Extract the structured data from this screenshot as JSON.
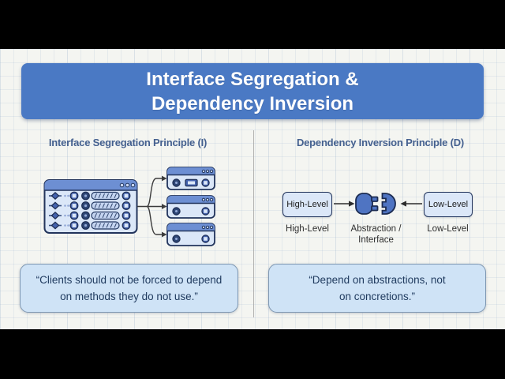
{
  "banner": {
    "line1": "Interface Segregation &",
    "line2": "Dependency Inversion"
  },
  "sections": {
    "isp": {
      "heading": "Interface Segregation Principle (I)",
      "quote": {
        "line1": "“Clients should not be forced to depend",
        "line2": "on methods they do not use.”"
      },
      "diagram_icons": [
        "fat-interface-window-icon",
        "client-window-icon",
        "branch-arrows-icon",
        "window-dots-icon"
      ]
    },
    "dip": {
      "heading": "Dependency Inversion Principle (D)",
      "boxes": {
        "high": "High-Level",
        "low": "Low-Level"
      },
      "labels": {
        "high": "High-Level",
        "abstraction_line1": "Abstraction /",
        "abstraction_line2": "Interface",
        "low": "Low-Level"
      },
      "quote": {
        "line1": "“Depend on abstractions, not",
        "line2": "on concretions.”"
      },
      "diagram_icons": [
        "plug-icon",
        "arrow-right-icon",
        "arrow-left-icon"
      ]
    }
  },
  "colors": {
    "banner_bg": "#4a79c4",
    "heading_text": "#44608f",
    "box_fill": "#dbe7f8",
    "box_border": "#22345c",
    "titlebar": "#6d8fd3",
    "icon_blue": "#4462ad",
    "quote_fill": "#cfe3f6",
    "quote_border": "#7e97b2",
    "quote_text": "#1f3a5e",
    "label_text": "#2e2e2e",
    "paper": "#f4f5f1"
  }
}
